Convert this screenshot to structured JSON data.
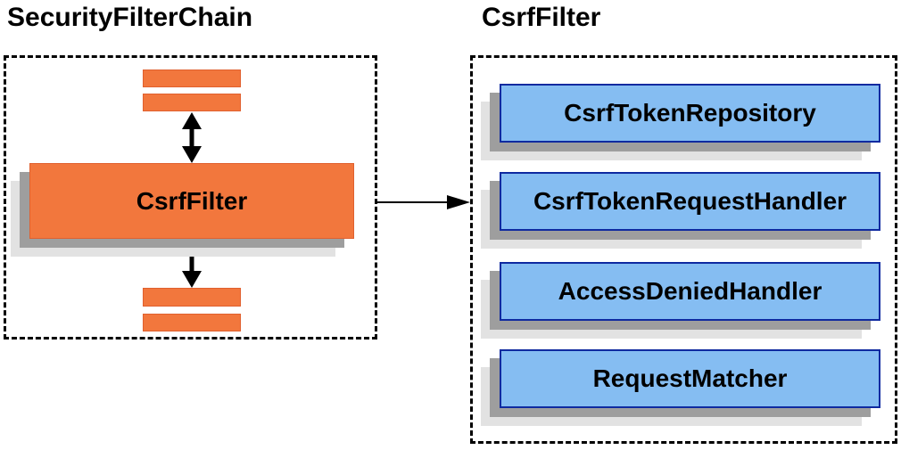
{
  "left_panel": {
    "title": "SecurityFilterChain",
    "filter_box_label": "CsrfFilter"
  },
  "right_panel": {
    "title": "CsrfFilter",
    "components": [
      {
        "label": "CsrfTokenRepository"
      },
      {
        "label": "CsrfTokenRequestHandler"
      },
      {
        "label": "AccessDeniedHandler"
      },
      {
        "label": "RequestMatcher"
      }
    ]
  },
  "colors": {
    "orange-fill": "#F2773D",
    "orange-border": "#E0602E",
    "blue-fill": "#85BDF2",
    "blue-border": "#0F2AA0",
    "shadow-dark": "#9E9E9E",
    "shadow-light": "#E2E2E2",
    "line": "#000000",
    "bg": "#FFFFFF"
  }
}
